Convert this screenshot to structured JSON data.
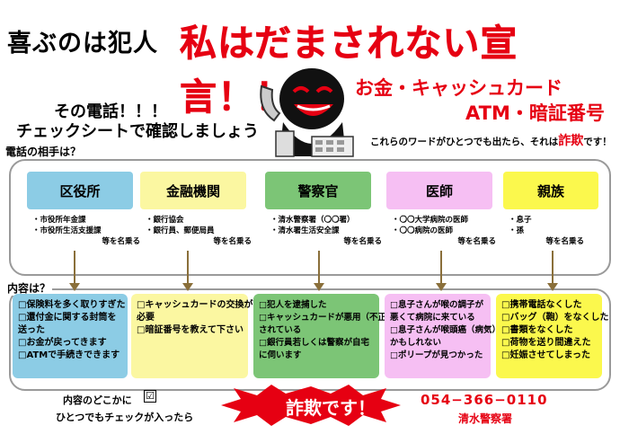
{
  "title": {
    "left": "喜ぶのは犯人",
    "right": "私はだまされない宣言！！"
  },
  "intro": {
    "line1": "その電話！！！",
    "line2": "チェックシートで確認しましょう"
  },
  "keywords": {
    "line1": "お金・キャッシュカード",
    "line2": "ATM・暗証番号"
  },
  "note": {
    "prefix": "これらのワードがひとつでも出たら、それは",
    "emph": "詐欺",
    "suffix": "です！"
  },
  "caller_label": "電話の相手は？",
  "content_label": "内容は？",
  "categories": [
    {
      "label": "区役所",
      "color": "#8ccce5",
      "lines": [
        "・市役所年金課",
        "・市役所生活支援課"
      ],
      "suffix": "等を名乗る"
    },
    {
      "label": "金融機関",
      "color": "#fbf7a1",
      "lines": [
        "・銀行協会",
        "・銀行員、郵便局員"
      ],
      "suffix": "等を名乗る"
    },
    {
      "label": "警察官",
      "color": "#7cc576",
      "lines": [
        "・清水警察署（〇〇署）",
        "・清水署生活安全課"
      ],
      "suffix": "等を名乗る"
    },
    {
      "label": "医師",
      "color": "#f6bff3",
      "lines": [
        "・〇〇大学病院の医師",
        "・〇〇病院の医師"
      ],
      "suffix": "等を名乗る"
    },
    {
      "label": "親族",
      "color": "#fbf84d",
      "lines": [
        "・息子",
        "・孫"
      ],
      "suffix": "等を名乗る"
    }
  ],
  "contents": [
    {
      "color": "#8ccce5",
      "lines": [
        "□保険料を多く取りすぎた",
        "□還付金に関する封筒を",
        "送った",
        "□お金が戻ってきます",
        "□ATMで手続きできます"
      ]
    },
    {
      "color": "#fbf7a1",
      "lines": [
        "□キャッシュカードの交換が",
        "必要",
        "□暗証番号を教えて下さい"
      ]
    },
    {
      "color": "#7cc576",
      "lines": [
        "□犯人を逮捕した",
        "□キャッシュカードが悪用（不正）",
        "されている",
        "□銀行員若しくは警察が自宅",
        "に伺います"
      ]
    },
    {
      "color": "#f6bff3",
      "lines": [
        "□息子さんが喉の調子が",
        "悪くて病院に来ている",
        "□息子さんが喉頭癌（病気）",
        "かもしれない",
        "□ポリープが見つかった"
      ]
    },
    {
      "color": "#fbf84d",
      "lines": [
        "□携帯電話なくした",
        "□バッグ（鞄）をなくした",
        "□書類をなくした",
        "□荷物を送り間違えた",
        "□妊娠させてしまった"
      ]
    }
  ],
  "bottom": {
    "line1": "内容のどこかに",
    "check": "☑",
    "line2": "ひとつでもチェックが入ったら",
    "sagi": "詐欺です！",
    "phone": "054−366−0110",
    "station": "清水警察署"
  },
  "colors": {
    "red": "#e60012",
    "frame": "#9a9a9a",
    "arrow": "#8a6f3a"
  }
}
